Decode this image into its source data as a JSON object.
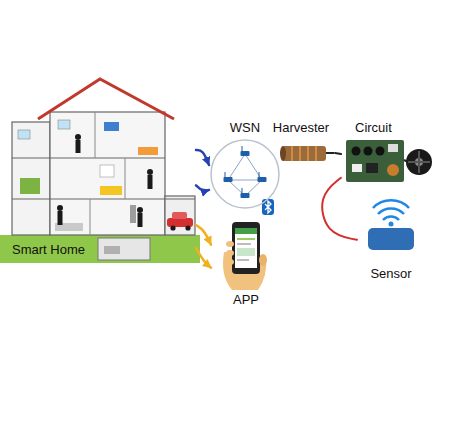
{
  "diagram": {
    "nodes": [
      {
        "text": [
          "Smart Home"
        ]
      },
      {
        "text": [
          "WSN"
        ]
      },
      {
        "text": [
          "APP"
        ]
      },
      {
        "text": [
          "Harvester"
        ]
      },
      {
        "text": [
          "Circuit"
        ]
      },
      {
        "text": [
          "Sensor"
        ]
      }
    ],
    "edges": [
      {
        "from": 0,
        "to": 1,
        "arrow": "to"
      },
      {
        "from": 0,
        "to": 1,
        "arrow": "to"
      },
      {
        "from": 0,
        "to": 2,
        "arrow": "to"
      },
      {
        "from": 0,
        "to": 2,
        "arrow": "to"
      },
      {
        "from": 3,
        "to": 4,
        "arrow": "none"
      },
      {
        "from": 4,
        "to": 5,
        "arrow": "none"
      }
    ]
  }
}
